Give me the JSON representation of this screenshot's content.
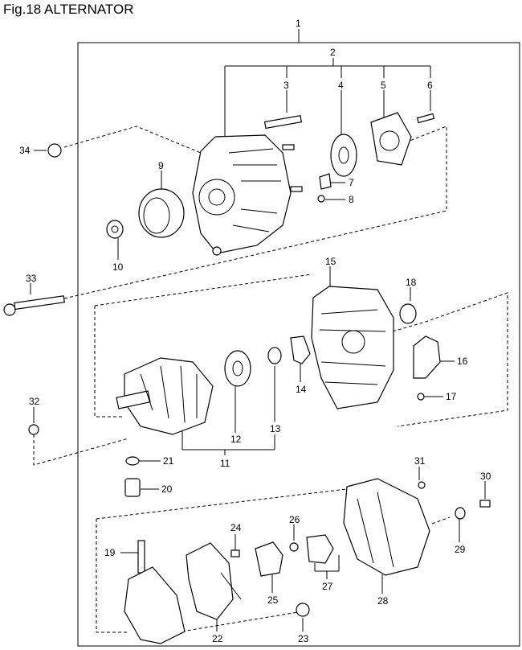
{
  "title": "Fig.18 ALTERNATOR",
  "parts": [
    {
      "id": "1",
      "label": "1"
    },
    {
      "id": "2",
      "label": "2"
    },
    {
      "id": "3",
      "label": "3"
    },
    {
      "id": "4",
      "label": "4"
    },
    {
      "id": "5",
      "label": "5"
    },
    {
      "id": "6",
      "label": "6"
    },
    {
      "id": "7",
      "label": "7"
    },
    {
      "id": "8",
      "label": "8"
    },
    {
      "id": "9",
      "label": "9"
    },
    {
      "id": "10",
      "label": "10"
    },
    {
      "id": "11",
      "label": "11"
    },
    {
      "id": "12",
      "label": "12"
    },
    {
      "id": "13",
      "label": "13"
    },
    {
      "id": "14",
      "label": "14"
    },
    {
      "id": "15",
      "label": "15"
    },
    {
      "id": "16",
      "label": "16"
    },
    {
      "id": "17",
      "label": "17"
    },
    {
      "id": "18",
      "label": "18"
    },
    {
      "id": "19",
      "label": "19"
    },
    {
      "id": "20",
      "label": "20"
    },
    {
      "id": "21",
      "label": "21"
    },
    {
      "id": "22",
      "label": "22"
    },
    {
      "id": "23",
      "label": "23"
    },
    {
      "id": "24",
      "label": "24"
    },
    {
      "id": "25",
      "label": "25"
    },
    {
      "id": "26",
      "label": "26"
    },
    {
      "id": "27",
      "label": "27"
    },
    {
      "id": "28",
      "label": "28"
    },
    {
      "id": "29",
      "label": "29"
    },
    {
      "id": "30",
      "label": "30"
    },
    {
      "id": "31",
      "label": "31"
    },
    {
      "id": "32",
      "label": "32"
    },
    {
      "id": "33",
      "label": "33"
    },
    {
      "id": "34",
      "label": "34"
    }
  ]
}
